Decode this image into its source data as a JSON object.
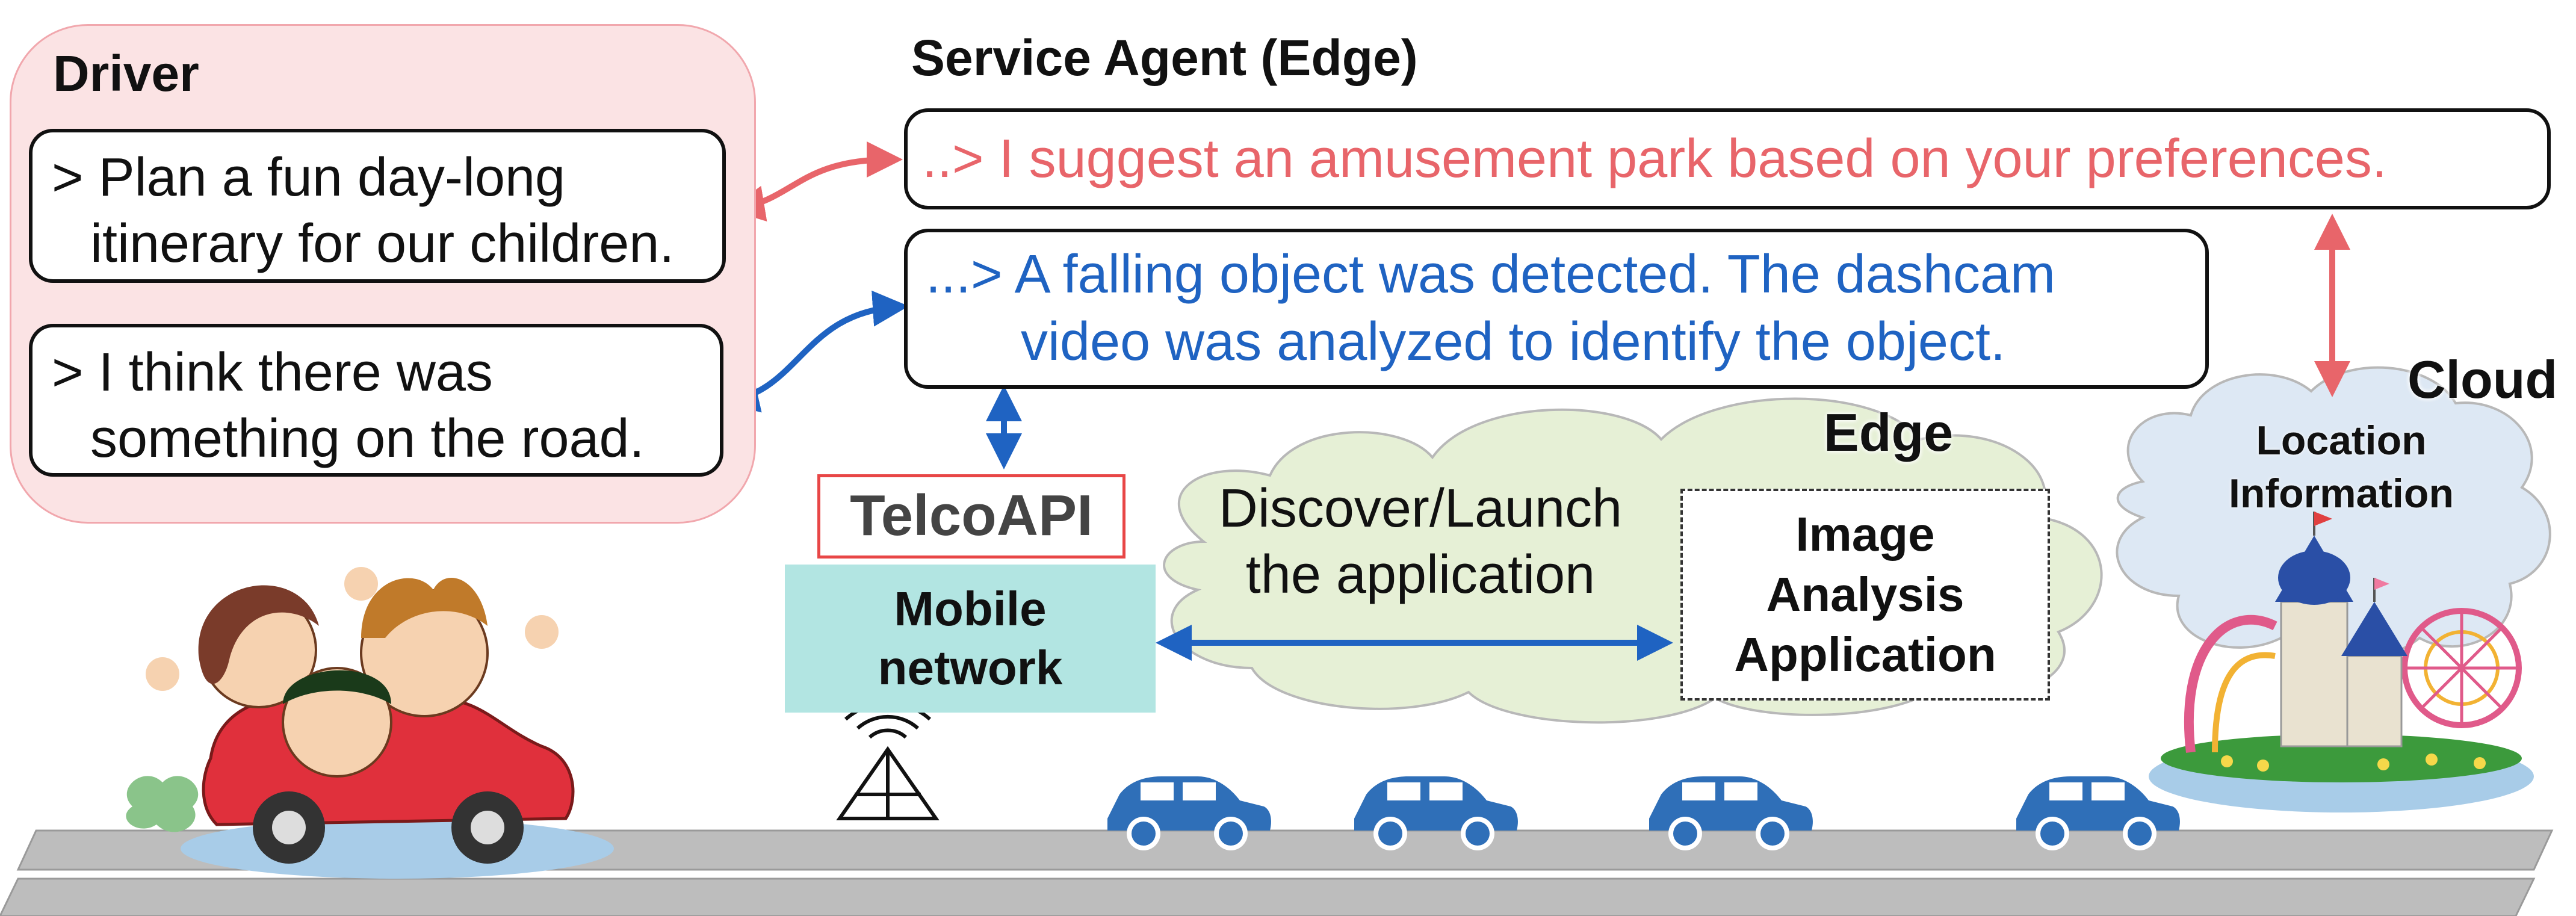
{
  "driver": {
    "title": "Driver",
    "requests": [
      {
        "line1": "> Plan a fun day-long",
        "line2": "itinerary for our children."
      },
      {
        "line1": "> I think there was",
        "line2": "something on the road."
      }
    ]
  },
  "agent": {
    "title": "Service Agent (Edge)",
    "responses": [
      {
        "line1": "..> I suggest an amusement park based on your preferences.",
        "color": "#e8656a"
      },
      {
        "line1": "...> A falling object was detected. The dashcam",
        "line2": "video was analyzed to identify the object.",
        "color": "#1f63c2"
      }
    ]
  },
  "network": {
    "telco_api": "TelcoAPI",
    "mobile_line1": "Mobile",
    "mobile_line2": "network",
    "discover_line1": "Discover/Launch",
    "discover_line2": "the application"
  },
  "edge": {
    "label": "Edge",
    "app_line1": "Image",
    "app_line2": "Analysis",
    "app_line3": "Application"
  },
  "cloud": {
    "label": "Cloud",
    "info_line1": "Location",
    "info_line2": "Information"
  },
  "colors": {
    "driver_panel": "#fbe3e4",
    "red_arrow": "#e8656a",
    "blue_arrow": "#1f63c2",
    "edge_cloud": "#e6f0d6",
    "cloud_fill": "#dde8f4",
    "mobile_network": "#b2e5e2",
    "car": "#2f6fb8",
    "road": "#bdbdbd"
  }
}
